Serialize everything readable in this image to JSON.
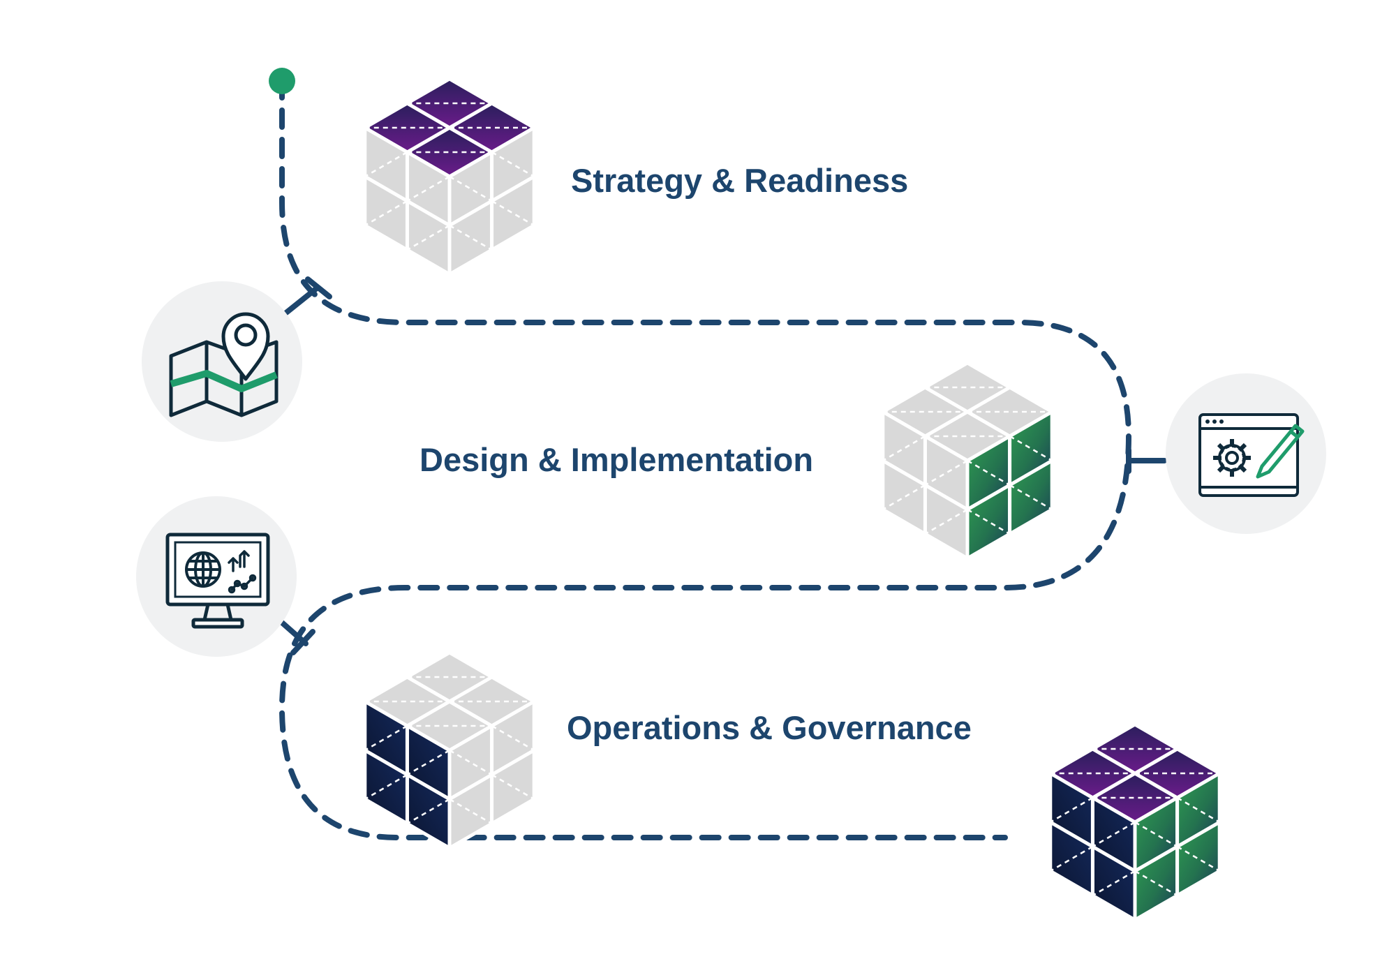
{
  "stages": [
    {
      "label": "Strategy & Readiness"
    },
    {
      "label": "Design & Implementation"
    },
    {
      "label": "Operations & Governance"
    }
  ],
  "icons": [
    {
      "name": "map-pin-icon"
    },
    {
      "name": "settings-edit-icon"
    },
    {
      "name": "monitor-analytics-icon"
    }
  ],
  "colors": {
    "path": "#1d456d",
    "start_dot": "#1f9c6b",
    "tile_gray": "#d9d9d9",
    "icon_circle": "#f0f1f2",
    "icon_stroke": "#0f2a3a",
    "icon_accent": "#1f9c6b",
    "purple_dark": "#2a1f5c",
    "purple_light": "#6a1b8a",
    "navy_dark": "#0c1630",
    "navy_light": "#12285a",
    "green_dark": "#1b4e46",
    "green_light": "#2f9d52"
  }
}
